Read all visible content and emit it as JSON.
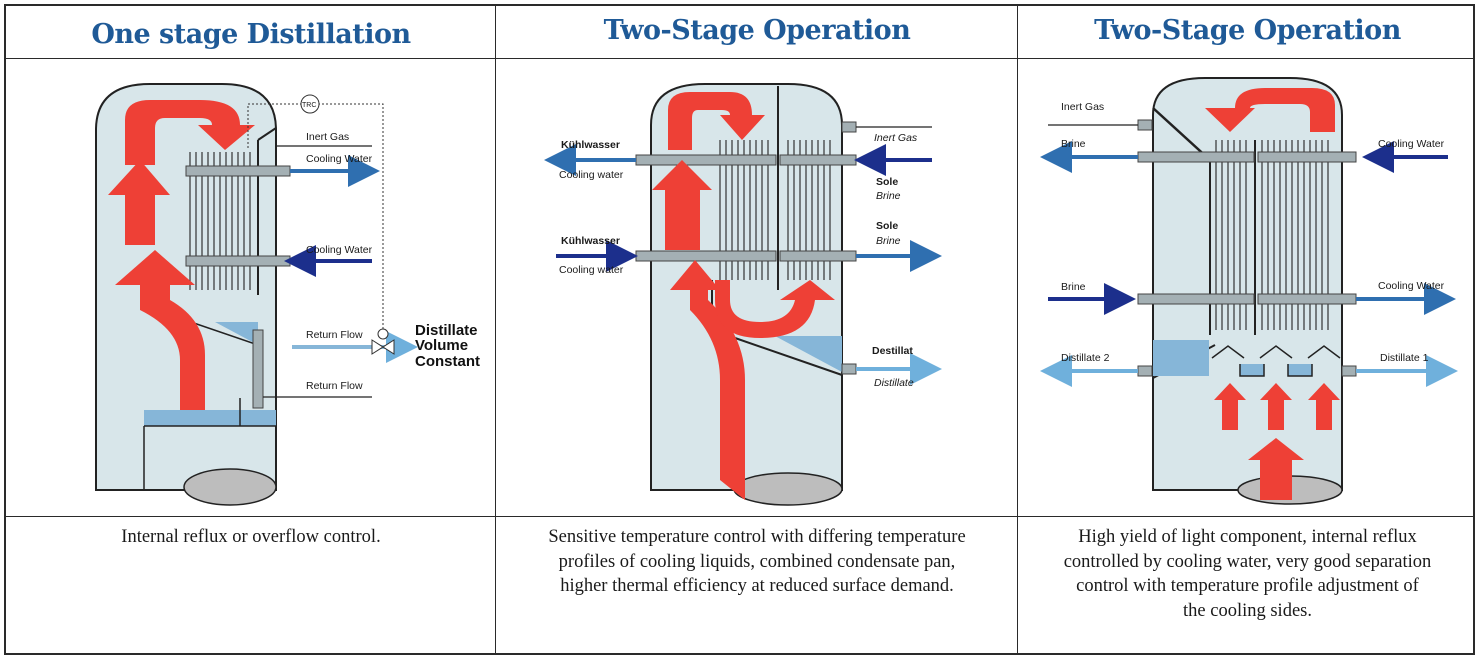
{
  "panels": [
    {
      "title": "One stage Distillation",
      "caption": "Internal reflux or overflow control.",
      "labels": {
        "trc": "TRC",
        "inert_gas": "Inert Gas",
        "cooling_water_1": "Cooling Water",
        "cooling_water_2": "Cooling Water",
        "return_flow_1": "Return Flow",
        "return_flow_2": "Return Flow",
        "distillate_1": "Distillate",
        "distillate_2": "Volume",
        "distillate_3": "Constant"
      }
    },
    {
      "title": "Two-Stage Operation",
      "caption_lines": [
        "Sensitive temperature control with differing temperature",
        "profiles of cooling liquids, combined condensate pan,",
        "higher thermal efficiency at reduced surface demand."
      ],
      "labels": {
        "kuehlwasser_1": "Kühlwasser",
        "cooling_water_1": "Cooling water",
        "kuehlwasser_2": "Kühlwasser",
        "cooling_water_2": "Cooling water",
        "inert_gas": "Inert Gas",
        "sole_1": "Sole",
        "brine_1": "Brine",
        "sole_2": "Sole",
        "brine_2": "Brine",
        "destillat": "Destillat",
        "distillate": "Distillate"
      }
    },
    {
      "title": "Two-Stage Operation",
      "caption_lines": [
        "High yield of light component, internal reflux",
        "controlled by cooling water, very good separation",
        "control with temperature profile adjustment of",
        "the cooling sides."
      ],
      "labels": {
        "inert_gas": "Inert Gas",
        "brine_1": "Brine",
        "cooling_water_1": "Cooling Water",
        "brine_2": "Brine",
        "cooling_water_2": "Cooling Water",
        "distillate_2": "Distillate 2",
        "distillate_1": "Distillate 1"
      }
    }
  ],
  "colors": {
    "title": "#1f5a97",
    "vessel": "#d8e6ea",
    "vessel_outline": "#222222",
    "liquid": "#86b6d8",
    "vapor_arrow": "#ee4036",
    "cooling_in": "#1c2f8c",
    "cooling_out": "#2f6fb0",
    "distillate": "#6fb0dc",
    "pipe": "#9aa7ab"
  }
}
